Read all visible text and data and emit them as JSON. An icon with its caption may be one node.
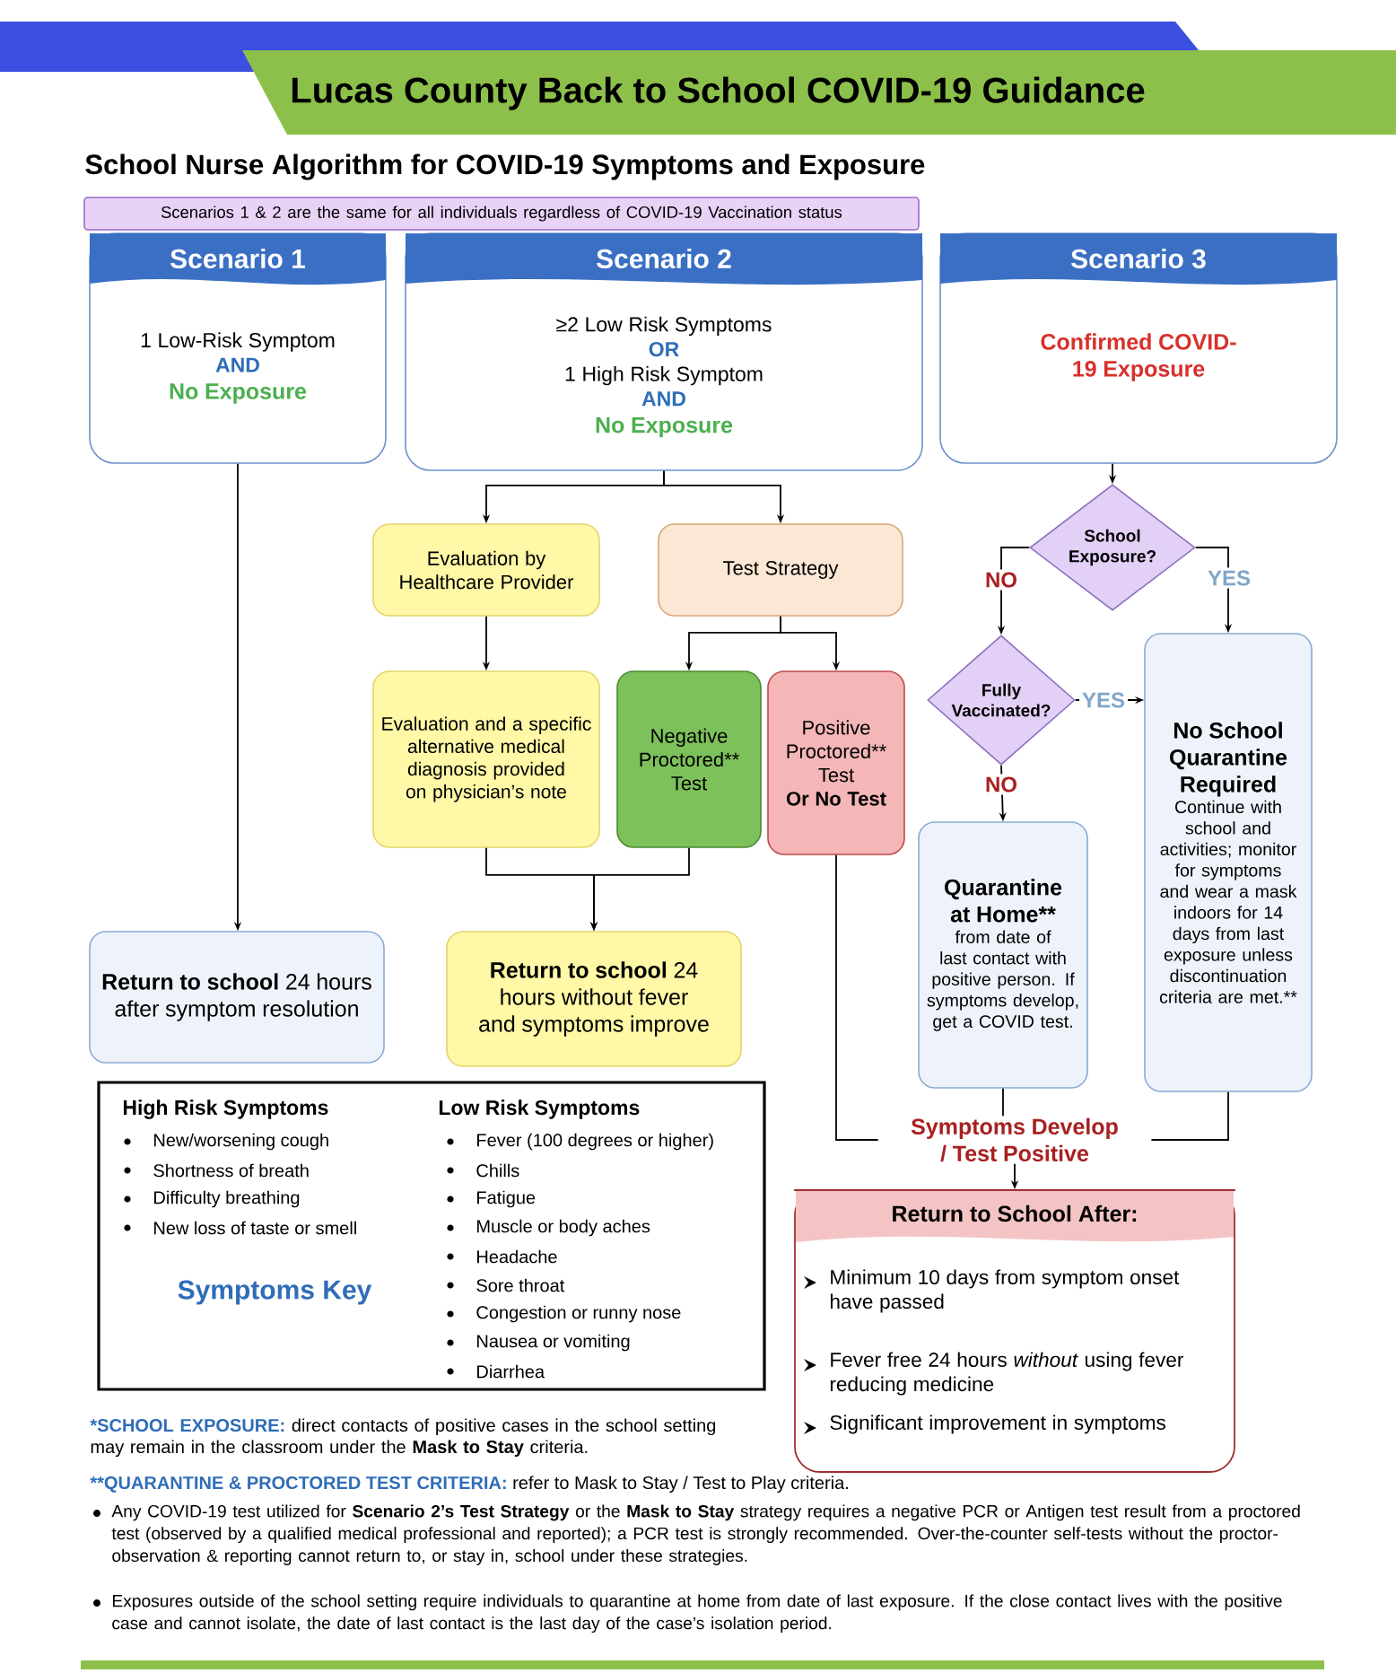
{
  "diagram": {
    "title": "Lucas County Back to School COVID-19 Guidance",
    "nodes": [
      {
        "text": [
          "Scenario 1",
          "1 Low-Risk Symptom",
          "AND",
          "No Exposure"
        ]
      },
      {
        "text": [
          "Scenario 2",
          "≥2 Low Risk Symptoms",
          "OR",
          "1 High Risk Symptom",
          "AND",
          "No Exposure"
        ]
      },
      {
        "text": [
          "Scenario 3",
          "Confirmed COVID-19 Exposure"
        ]
      },
      {
        "text": [
          "Evaluation by Healthcare Provider"
        ]
      },
      {
        "text": [
          "Test Strategy"
        ]
      },
      {
        "text": [
          "Evaluation and a specific alternative medical diagnosis provided on physician’s note"
        ]
      },
      {
        "text": [
          "Negative Proctored** Test"
        ]
      },
      {
        "text": [
          "Positive Proctored** Test",
          "Or No Test"
        ]
      },
      {
        "text": [
          "School Exposure?"
        ]
      },
      {
        "text": [
          "Fully Vaccinated?"
        ]
      },
      {
        "text": [
          "No School Quarantine Required",
          "Continue with school and activities; monitor for symptoms and wear a mask indoors for 14 days from last exposure unless discontinuation criteria are met.**"
        ]
      },
      {
        "text": [
          "Quarantine at Home**",
          "from date of last contact with positive person. If symptoms develop, get a COVID test."
        ]
      },
      {
        "text": [
          "**Return to school** 24 hours after symptom resolution"
        ]
      },
      {
        "text": [
          "**Return to school** 24 hours without fever and symptoms improve"
        ]
      },
      {
        "text": [
          "Symptoms Develop / Test Positive"
        ]
      },
      {
        "text": [
          "Return to School After:",
          "Minimum 10 days from symptom onset have passed",
          "Fever free 24 hours *without* using fever reducing medicine",
          "Significant improvement in symptoms"
        ]
      },
      {
        "text": [
          "High Risk Symptoms",
          "New/worsening cough",
          "Shortness of breath",
          "Difficulty breathing",
          "New loss of taste or smell",
          "Symptoms Key",
          "Low Risk Symptoms",
          "Fever (100 degrees or higher)",
          "Chills",
          "Fatigue",
          "Muscle or body aches",
          "Headache",
          "Sore throat",
          "Congestion or runny nose",
          "Nausea or vomiting",
          "Diarrhea"
        ]
      },
      {
        "text": [
          "Scenarios 1 & 2 are the same for all individuals regardless of COVID-19 Vaccination status"
        ]
      }
    ],
    "edges": [
      {
        "from": 0,
        "to": 12,
        "arrow": "to"
      },
      {
        "from": 1,
        "to": 3,
        "arrow": "to"
      },
      {
        "from": 1,
        "to": 4,
        "arrow": "to"
      },
      {
        "from": 3,
        "to": 5,
        "arrow": "to"
      },
      {
        "from": 4,
        "to": 6,
        "arrow": "to"
      },
      {
        "from": 4,
        "to": 7,
        "arrow": "to"
      },
      {
        "from": 5,
        "to": 13,
        "arrow": "to"
      },
      {
        "from": 6,
        "to": 13,
        "arrow": "to"
      },
      {
        "from": 2,
        "to": 8,
        "arrow": "to"
      },
      {
        "from": 8,
        "to": 9,
        "arrow": "to",
        "label": "NO"
      },
      {
        "from": 8,
        "to": 10,
        "arrow": "to",
        "label": "YES"
      },
      {
        "from": 9,
        "to": 10,
        "arrow": "to",
        "label": "YES"
      },
      {
        "from": 9,
        "to": 11,
        "arrow": "to",
        "label": "NO"
      },
      {
        "from": 7,
        "to": 14,
        "arrow": "none"
      },
      {
        "from": 11,
        "to": 14,
        "arrow": "none"
      },
      {
        "from": 10,
        "to": 14,
        "arrow": "none"
      },
      {
        "from": 14,
        "to": 15,
        "arrow": "to"
      }
    ],
    "labels": [
      "School Nurse Algorithm for COVID-19 Symptoms and Exposure",
      "*SCHOOL EXPOSURE:",
      "direct contacts of positive cases in the school setting may remain in the classroom under the **Mask to Stay** criteria.",
      "**QUARANTINE & PROCTORED TEST CRITERIA:",
      "refer to Mask to Stay / Test to Play criteria.",
      "Any COVID-19 test utilized for **Scenario 2’s Test Strategy** or the **Mask to Stay** strategy requires a negative PCR or Antigen test result from a proctored test (observed by a qualified medical professional and reported); a PCR test is strongly recommended. Over-the-counter self-tests without the proctor-observation & reporting cannot return to, or stay in, school under these strategies.",
      "Exposures outside of the school setting require individuals to quarantine at home from date of last exposure. If the close contact lives with the positive case and cannot isolate, the date of last contact is the last day of the case’s isolation period."
    ]
  }
}
